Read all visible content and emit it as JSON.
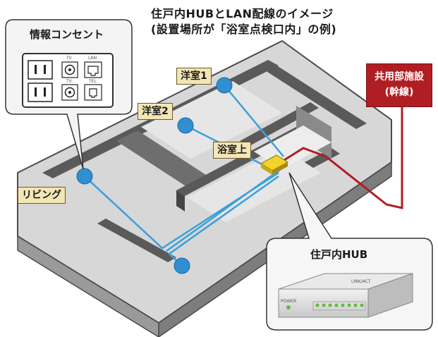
{
  "title": {
    "line1": "住戸内HUBとLAN配線のイメージ",
    "line2": "(設置場所が「浴室点検口内」の例)"
  },
  "outlet_panel": {
    "title": "情報コンセント",
    "port_labels": [
      "TV",
      "LAN",
      "TV",
      "TEL"
    ]
  },
  "rooms": {
    "western_room_1": "洋室1",
    "western_room_2": "洋室2",
    "bathroom_above": "浴室上",
    "living": "リビング"
  },
  "trunk": {
    "line1": "共用部施設",
    "line2": "(幹線)"
  },
  "hub_callout": {
    "title": "住戸内HUB",
    "power_label": "POWER",
    "ports_label": "LINK/ACT"
  },
  "colors": {
    "lan_cable": "#3aa0dc",
    "trunk_cable": "#b01e24",
    "hub_box": "#f2d42a",
    "label_fill": "#f3e6b4"
  }
}
